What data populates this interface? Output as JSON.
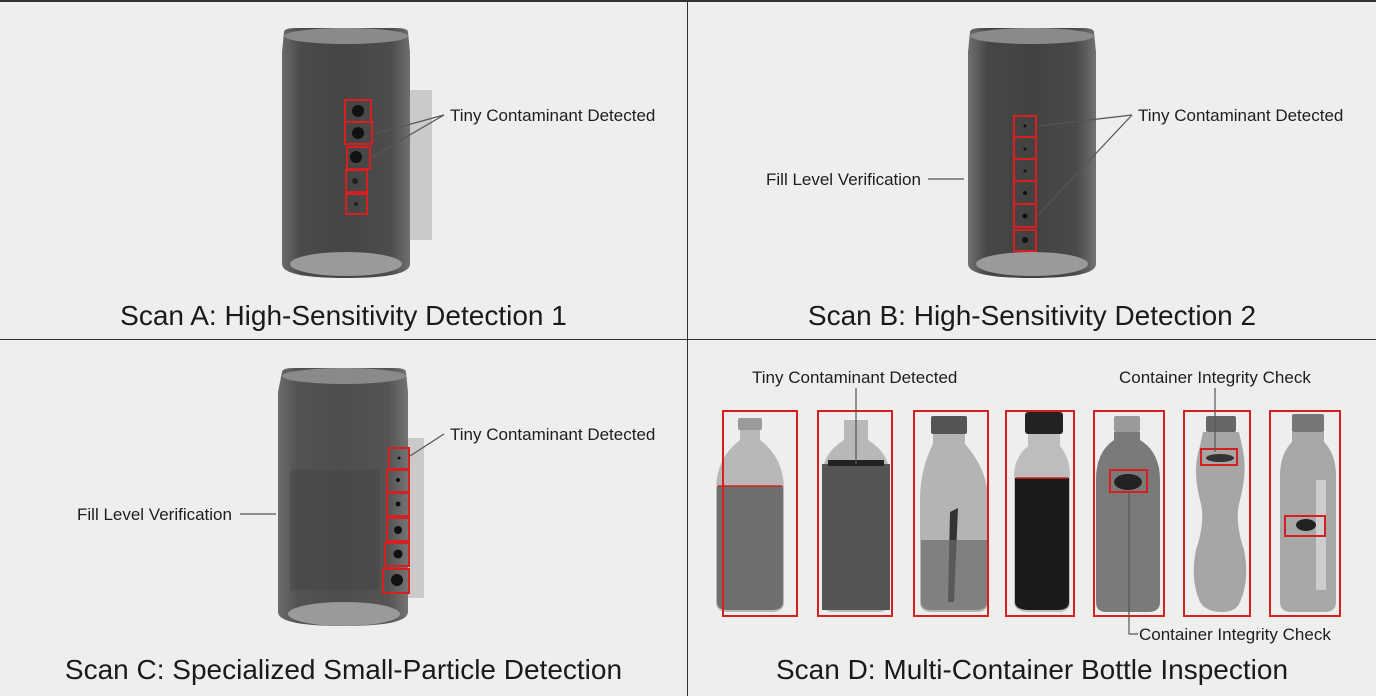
{
  "panels": {
    "a": {
      "title": "Scan A: High-Sensitivity Detection 1",
      "labels": {
        "contaminant": "Tiny Contaminant Detected"
      }
    },
    "b": {
      "title": "Scan B: High-Sensitivity Detection 2",
      "labels": {
        "contaminant": "Tiny Contaminant Detected",
        "fill": "Fill Level Verification"
      }
    },
    "c": {
      "title": "Scan C: Specialized Small-Particle Detection",
      "labels": {
        "contaminant": "Tiny Contaminant Detected",
        "fill": "Fill Level Verification"
      }
    },
    "d": {
      "title": "Scan D: Multi-Container Bottle Inspection",
      "labels": {
        "contaminant": "Tiny Contaminant Detected",
        "integrity_top": "Container Integrity Check",
        "integrity_bottom": "Container Integrity Check"
      }
    }
  },
  "colors": {
    "highlight": "#d42020",
    "background": "#eeeeec",
    "xray_dark": "#3a3a3a"
  }
}
